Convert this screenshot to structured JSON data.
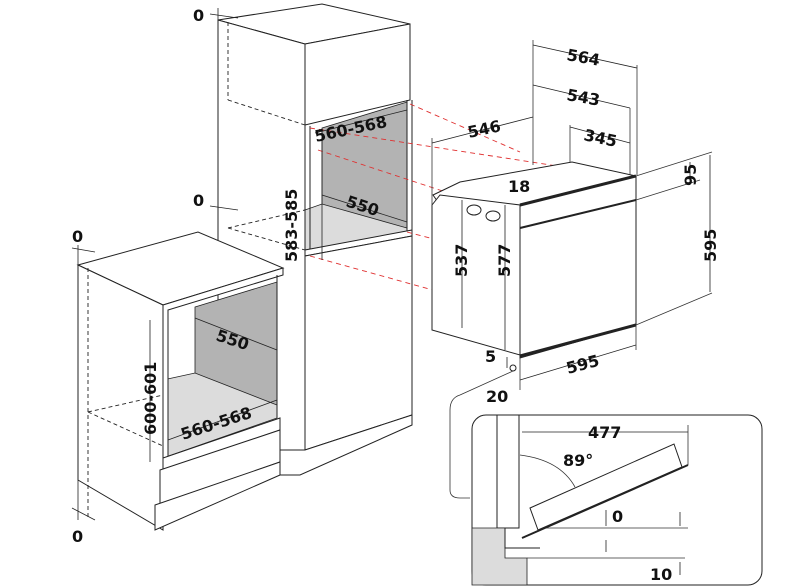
{
  "diagram": {
    "title": "Built-in oven installation dimensions",
    "colors": {
      "guide_line": "#e03030",
      "cavity_back": "#b3b3b3",
      "cavity_floor": "#dcdcdc"
    },
    "tall_cabinet": {
      "gap_top": "0",
      "gap_mid": "0",
      "niche_width": "560-568",
      "niche_height": "583-585",
      "niche_depth": "550"
    },
    "base_cabinet": {
      "gap_top": "0",
      "gap_bottom": "0",
      "niche_depth": "550",
      "niche_height": "600-601",
      "niche_width": "560-568"
    },
    "oven": {
      "depth_total": "564",
      "depth_body_with_front": "543",
      "depth_body_side": "546",
      "depth_top": "345",
      "top_step": "18",
      "height_body": "537",
      "height_side": "577",
      "control_panel_height": "95",
      "front_height": "595",
      "front_width": "595",
      "bottom_gap": "5",
      "front_thickness": "20"
    },
    "detail": {
      "door_open_depth": "477",
      "door_angle": "89°",
      "gap_door": "0",
      "gap_floor": "10"
    }
  }
}
